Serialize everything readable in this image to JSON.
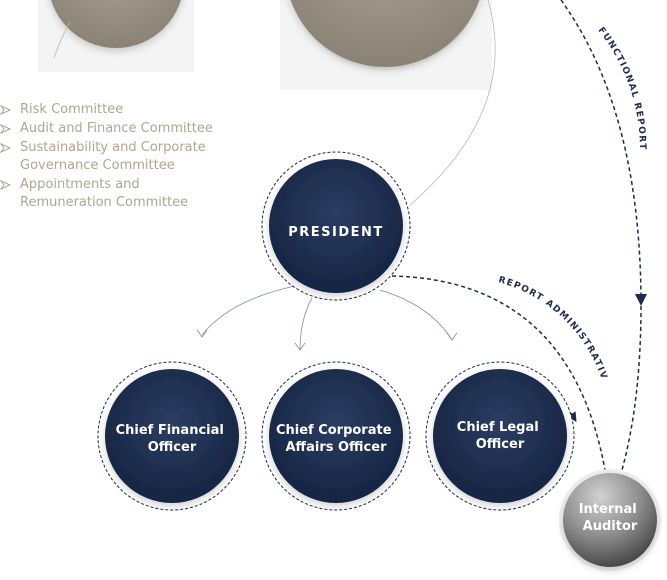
{
  "committees": [
    {
      "icon": "triangle-arrow-icon",
      "lines": [
        "Risk Committee"
      ]
    },
    {
      "icon": "triangle-arrow-icon",
      "lines": [
        "Audit and Finance Committee"
      ]
    },
    {
      "icon": "triangle-arrow-icon",
      "lines": [
        "Sustainability and Corporate",
        "Governance Committee"
      ]
    },
    {
      "icon": "triangle-arrow-icon",
      "lines": [
        "Appointments and",
        "Remuneration Committee"
      ]
    }
  ],
  "president": {
    "label": "PRESIDENT"
  },
  "officers": [
    {
      "lines": [
        "Chief Financial",
        "Officer"
      ]
    },
    {
      "lines": [
        "Chief Corporate",
        "Affairs Officer"
      ]
    },
    {
      "lines": [
        "Chief Legal",
        "Officer"
      ]
    }
  ],
  "internal_auditor": {
    "lines": [
      "Internal",
      "Auditor"
    ]
  },
  "connectors": {
    "functional_report": "FUNCTIONAL REPORT",
    "report_administrative": "REPORT ADMINISTRATIVE"
  },
  "colors": {
    "navy": "#1a2a4a",
    "navy_light": "#2c3d63",
    "committee_text": "#b0a58f",
    "gray_circle": "#9c9486",
    "auditor_gray": "#7d7d7d"
  }
}
